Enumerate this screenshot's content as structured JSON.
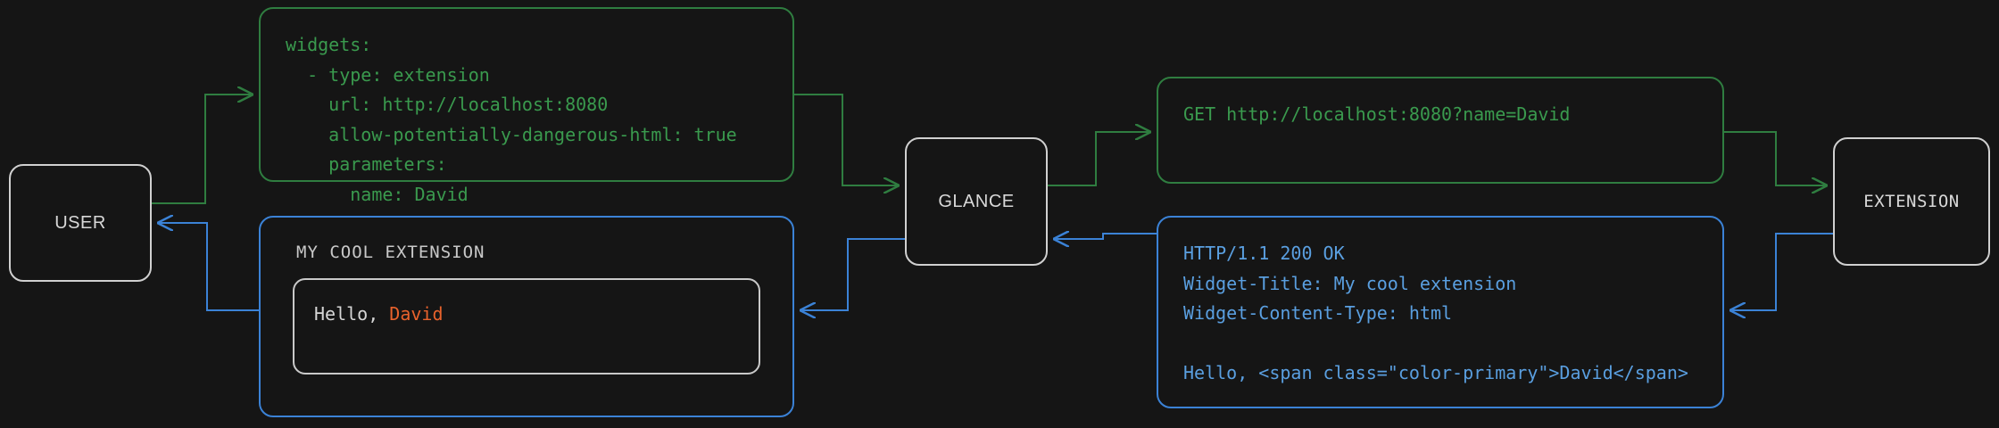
{
  "diagram": {
    "title": "Glance extension widget request flow",
    "background": "#151515",
    "colors": {
      "request_flow": "#2f7d40",
      "response_flow": "#3b82d6",
      "node_border": "#d0d0d0",
      "accent_primary": "#e8622c"
    }
  },
  "nodes": {
    "user": "USER",
    "glance": "GLANCE",
    "extension": "EXTENSION"
  },
  "panels": {
    "yaml_config": {
      "lines": [
        "widgets:",
        "  - type: extension",
        "    url: http://localhost:8080",
        "    allow-potentially-dangerous-html: true",
        "    parameters:",
        "      name: David"
      ],
      "text": "widgets:\n  - type: extension\n    url: http://localhost:8080\n    allow-potentially-dangerous-html: true\n    parameters:\n      name: David"
    },
    "http_request": {
      "lines": [
        "GET http://localhost:8080?name=David"
      ],
      "text": "GET http://localhost:8080?name=David"
    },
    "http_response": {
      "lines": [
        "HTTP/1.1 200 OK",
        "Widget-Title: My cool extension",
        "Widget-Content-Type: html",
        "",
        "Hello, <span class=\"color-primary\">David</span>"
      ],
      "text": "HTTP/1.1 200 OK\nWidget-Title: My cool extension\nWidget-Content-Type: html\n\nHello, <span class=\"color-primary\">David</span>"
    },
    "rendered_widget": {
      "title": "MY COOL EXTENSION",
      "greeting_prefix": "Hello, ",
      "greeting_name": "David"
    }
  }
}
